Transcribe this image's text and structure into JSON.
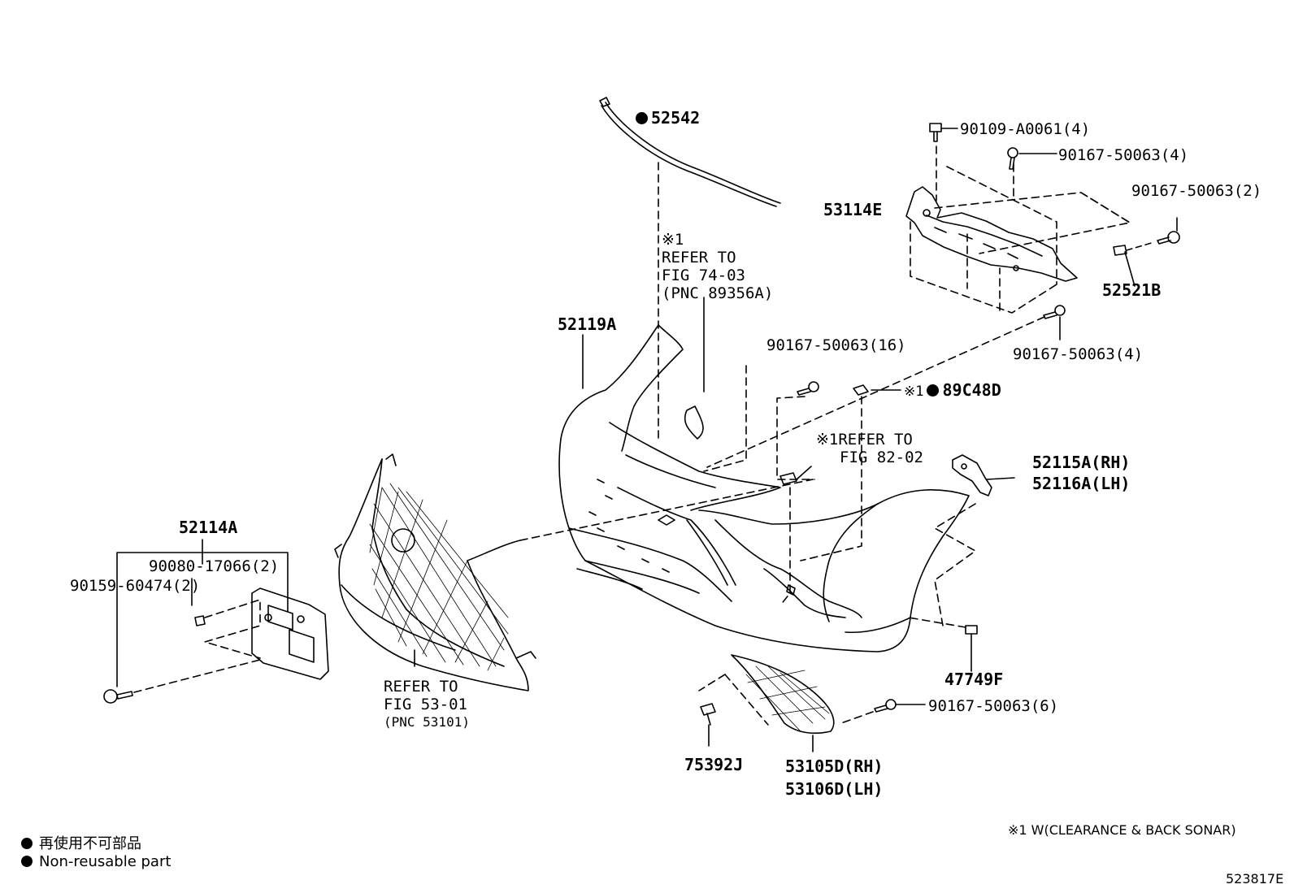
{
  "colors": {
    "line": "#000000",
    "background": "#ffffff"
  },
  "marks": {
    "non_reusable": "●",
    "note": "※1"
  },
  "callouts": {
    "p52542": "52542",
    "p90109": "90109-A0061(4)",
    "p90167_4_top": "90167-50063(4)",
    "p90167_2": "90167-50063(2)",
    "p53114E": "53114E",
    "p52521B": "52521B",
    "p90167_4_bottom": "90167-50063(4)",
    "p52119A": "52119A",
    "p90167_16": "90167-50063(16)",
    "p89C48D": "89C48D",
    "p52115A": "52115A(RH)",
    "p52116A": "52116A(LH)",
    "p52114A": "52114A",
    "p90080": "90080-17066(2)",
    "p90159": "90159-60474(2)",
    "p47749F": "47749F",
    "p90167_6": "90167-50063(6)",
    "p75392J": "75392J",
    "p53105D": "53105D(RH)",
    "p53106D": "53106D(LH)"
  },
  "references": {
    "fig74": {
      "mark": "※1",
      "line1": "REFER TO",
      "line2": "FIG 74-03",
      "line3": "(PNC 89356A)"
    },
    "fig82": {
      "mark": "※1",
      "line1": "REFER TO",
      "line2": "FIG 82-02"
    },
    "fig53": {
      "line1": "REFER TO",
      "line2": "FIG 53-01",
      "line3": "(PNC 53101)"
    }
  },
  "legend": {
    "japanese": "再使用不可部品",
    "english": "Non-reusable part"
  },
  "footnote": "※1 W(CLEARANCE & BACK SONAR)",
  "diagram_id": "523817E"
}
